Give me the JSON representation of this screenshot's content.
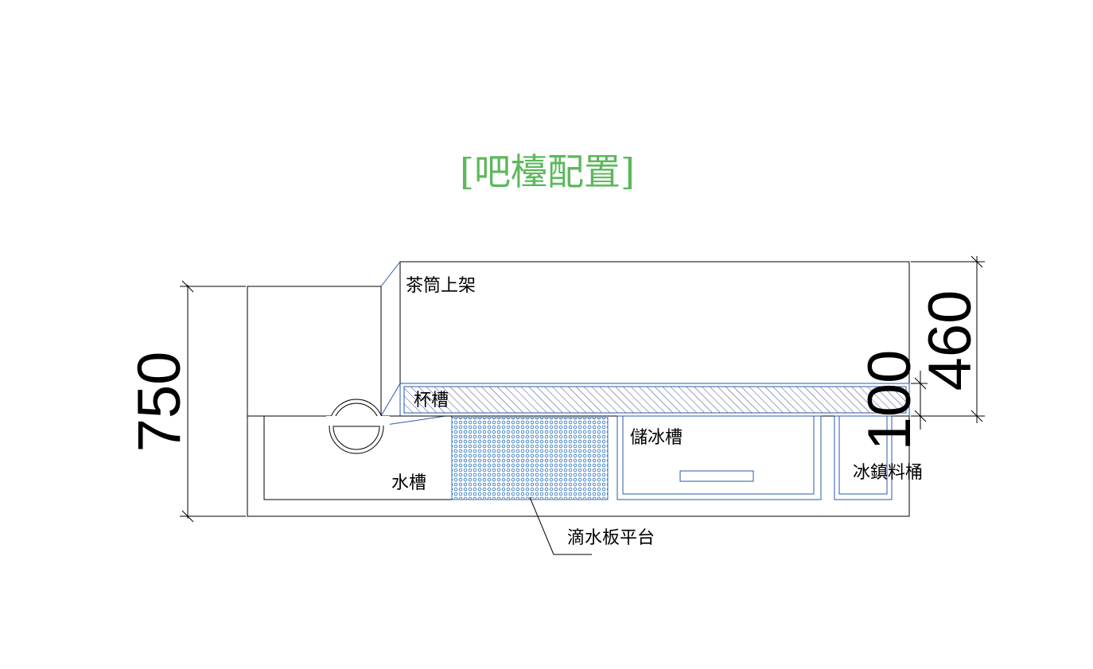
{
  "title": "[吧檯配置]",
  "labels": {
    "tea_shelf": "茶筒上架",
    "cup_slot": "杯槽",
    "sink": "水槽",
    "ice_storage": "儲冰槽",
    "ice_bucket": "冰鎮料桶",
    "drip_platform": "滴水板平台"
  },
  "dimensions": {
    "overall_depth": "750",
    "shelf_depth": "460",
    "cup_slot_depth": "100"
  },
  "colors": {
    "title": "#5cb85c",
    "outline": "#000000",
    "accent": "#2a5aa8"
  }
}
